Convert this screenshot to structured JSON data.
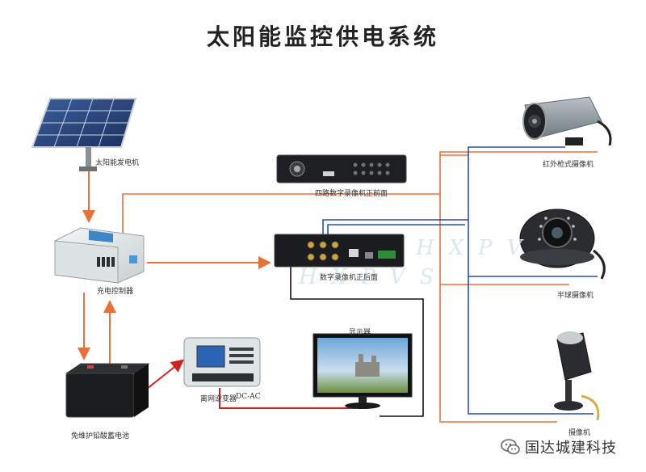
{
  "title": "太阳能监控供电系统",
  "labels": {
    "solar_panel": "太阳能发电机",
    "nvr_front": "四路数字录像机正前面",
    "ir_camera": "红外枪式摄像机",
    "controller": "充电控制器",
    "dvr_back": "数字录像机正后面",
    "dome_camera": "半球摄像机",
    "monitor": "显示器",
    "inverter": "离网逆变器",
    "dc_ac": "DC-AC",
    "battery": "免维护铅酸蓄电池",
    "camera": "摄像机"
  },
  "watermark": {
    "line1": "HXPV",
    "line2": "HXPVS"
  },
  "brand": {
    "name": "国达城建科技",
    "icon": "wechat-icon"
  },
  "colors": {
    "power_line": "#e8703a",
    "signal_line": "#2a4fb0",
    "ac_line": "#d42020",
    "video_line": "#111111"
  }
}
